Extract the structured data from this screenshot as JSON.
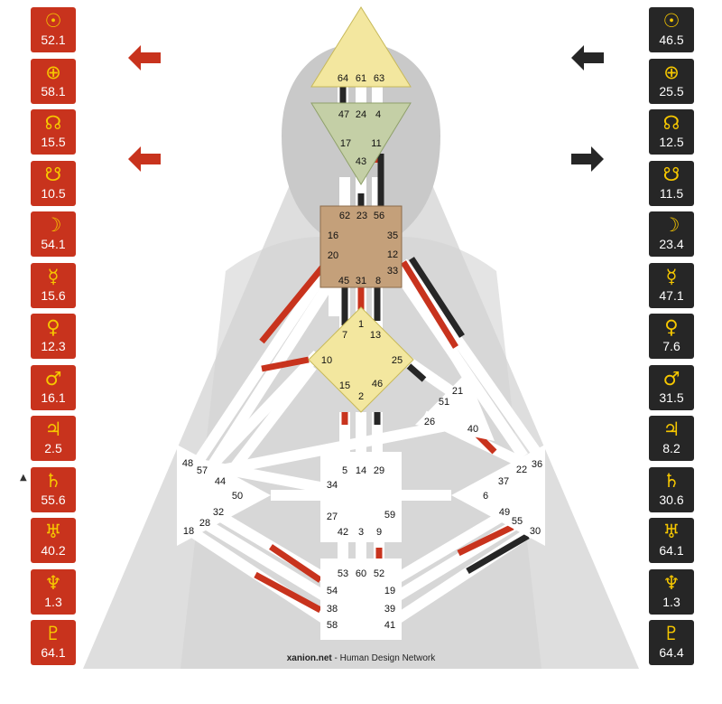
{
  "design_planets": [
    {
      "icon": "sun-icon",
      "symbol": "☉",
      "value": "52.1",
      "mark": ""
    },
    {
      "icon": "earth-icon",
      "symbol": "⊕",
      "value": "58.1",
      "mark": ""
    },
    {
      "icon": "north-node-icon",
      "symbol": "☊",
      "value": "15.5",
      "mark": ""
    },
    {
      "icon": "south-node-icon",
      "symbol": "☋",
      "value": "10.5",
      "mark": ""
    },
    {
      "icon": "moon-icon",
      "symbol": "☽",
      "value": "54.1",
      "mark": ""
    },
    {
      "icon": "mercury-icon",
      "symbol": "☿",
      "value": "15.6",
      "mark": ""
    },
    {
      "icon": "venus-icon",
      "symbol": "♀",
      "value": "12.3",
      "mark": ""
    },
    {
      "icon": "mars-icon",
      "symbol": "♂",
      "value": "16.1",
      "mark": ""
    },
    {
      "icon": "jupiter-icon",
      "symbol": "♃",
      "value": "2.5",
      "mark": ""
    },
    {
      "icon": "saturn-icon",
      "symbol": "♄",
      "value": "55.6",
      "mark": "▲"
    },
    {
      "icon": "uranus-icon",
      "symbol": "♅",
      "value": "40.2",
      "mark": ""
    },
    {
      "icon": "neptune-icon",
      "symbol": "♆",
      "value": "1.3",
      "mark": ""
    },
    {
      "icon": "pluto-icon",
      "symbol": "♇",
      "value": "64.1",
      "mark": ""
    }
  ],
  "personality_planets": [
    {
      "icon": "sun-icon",
      "symbol": "☉",
      "value": "46.5",
      "mark": ""
    },
    {
      "icon": "earth-icon",
      "symbol": "⊕",
      "value": "25.5",
      "mark": ""
    },
    {
      "icon": "north-node-icon",
      "symbol": "☊",
      "value": "12.5",
      "mark": ""
    },
    {
      "icon": "south-node-icon",
      "symbol": "☋",
      "value": "11.5",
      "mark": ""
    },
    {
      "icon": "moon-icon",
      "symbol": "☽",
      "value": "23.4",
      "mark": ""
    },
    {
      "icon": "mercury-icon",
      "symbol": "☿",
      "value": "47.1",
      "mark": ""
    },
    {
      "icon": "venus-icon",
      "symbol": "♀",
      "value": "7.6",
      "mark": ""
    },
    {
      "icon": "mars-icon",
      "symbol": "♂",
      "value": "31.5",
      "mark": ""
    },
    {
      "icon": "jupiter-icon",
      "symbol": "♃",
      "value": "8.2",
      "mark": ""
    },
    {
      "icon": "saturn-icon",
      "symbol": "♄",
      "value": "30.6",
      "mark": ""
    },
    {
      "icon": "uranus-icon",
      "symbol": "♅",
      "value": "64.1",
      "mark": ""
    },
    {
      "icon": "neptune-icon",
      "symbol": "♆",
      "value": "1.3",
      "mark": ""
    },
    {
      "icon": "pluto-icon",
      "symbol": "♇",
      "value": "64.4",
      "mark": ""
    }
  ],
  "arrows": {
    "design": [
      "left",
      "left"
    ],
    "personality": [
      "left",
      "right"
    ]
  },
  "centers": {
    "head": {
      "gates": [
        "64",
        "61",
        "63"
      ],
      "color": "#f3e79f"
    },
    "ajna": {
      "gates": [
        "47",
        "24",
        "4",
        "17",
        "11",
        "43"
      ],
      "color": "#c4cfa6"
    },
    "throat": {
      "gates": [
        "62",
        "23",
        "56",
        "16",
        "35",
        "20",
        "12",
        "45",
        "31",
        "8",
        "33"
      ],
      "color": "#c4a07a"
    },
    "g": {
      "gates": [
        "1",
        "7",
        "13",
        "10",
        "25",
        "15",
        "46",
        "2"
      ],
      "color": "#f3e79f"
    },
    "spleen": {
      "gates": [
        "48",
        "57",
        "44",
        "50",
        "32",
        "28",
        "18"
      ],
      "color": "#ffffff"
    },
    "heart": {
      "gates": [
        "21",
        "51",
        "26",
        "40"
      ],
      "color": "#ffffff"
    },
    "sacral": {
      "gates": [
        "5",
        "14",
        "29",
        "34",
        "27",
        "59",
        "42",
        "3",
        "9"
      ],
      "color": "#ffffff"
    },
    "solar_plexus": {
      "gates": [
        "36",
        "22",
        "37",
        "6",
        "49",
        "55",
        "30"
      ],
      "color": "#ffffff"
    },
    "root": {
      "gates": [
        "53",
        "60",
        "52",
        "54",
        "19",
        "38",
        "39",
        "58",
        "41"
      ],
      "color": "#ffffff"
    }
  },
  "colors": {
    "design": "#c8331d",
    "personality": "#262626",
    "symbol": "#f6c700",
    "silhouette": "#d9d9d9",
    "head_silhouette": "#c8c8c8"
  },
  "footer": {
    "brand": "xanion.net",
    "text": " - Human Design Network"
  }
}
